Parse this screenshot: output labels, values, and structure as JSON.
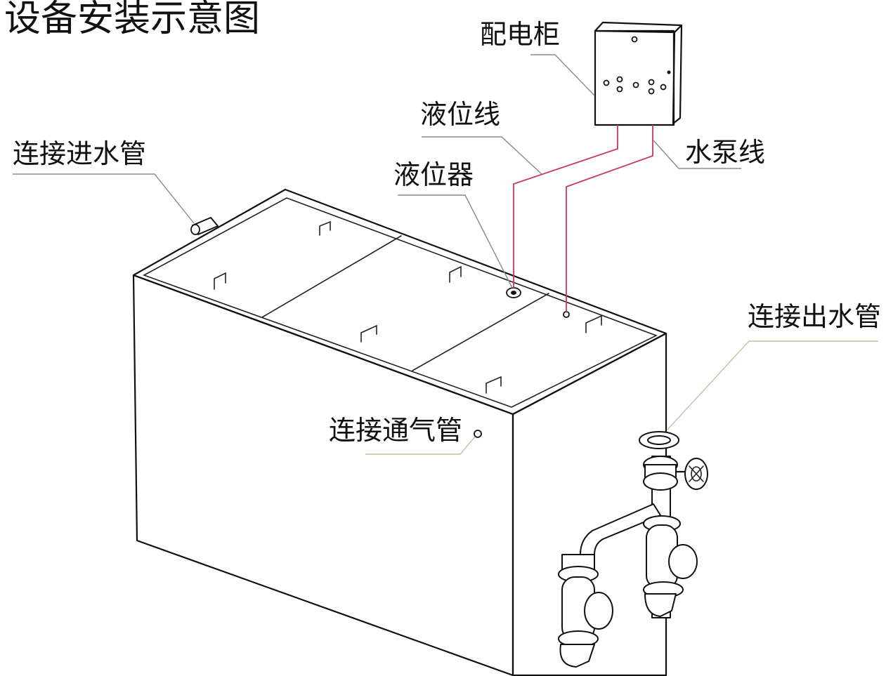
{
  "title": "设备安装示意图",
  "labels": {
    "distribution_cabinet": "配电柜",
    "level_wire": "液位线",
    "level_sensor": "液位器",
    "pump_wire": "水泵线",
    "inlet_pipe": "连接进水管",
    "outlet_pipe": "连接出水管",
    "vent_pipe": "连接通气管"
  },
  "colors": {
    "ink": "#111111",
    "wire": "#c8385a",
    "leader": "#8a8a8a",
    "vent_leader": "#b7c89a"
  }
}
